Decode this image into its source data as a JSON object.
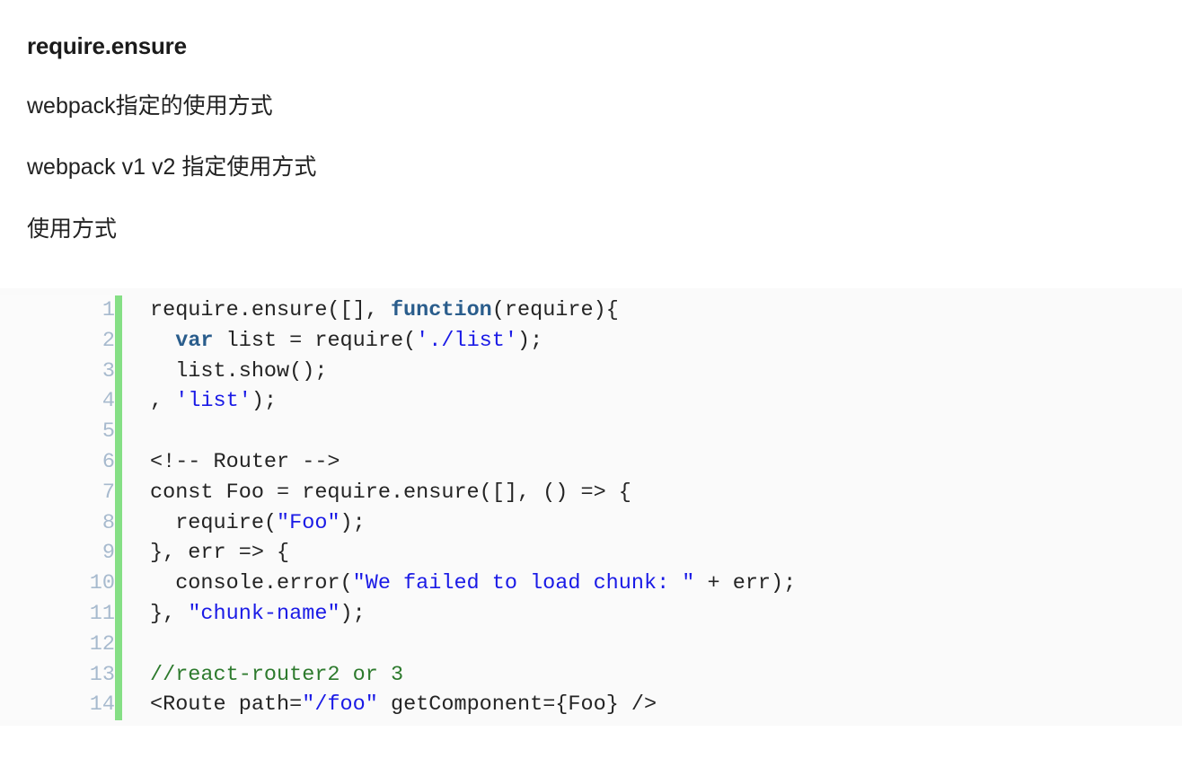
{
  "document": {
    "title": "require.ensure",
    "paragraphs": [
      "webpack指定的使用方式",
      "webpack v1 v2 指定使用方式",
      "使用方式"
    ]
  },
  "code_block": {
    "language": "javascript",
    "gutter_accent_color": "#85df85",
    "background_color": "#fafafa",
    "line_number_color": "#a7bace",
    "keyword_color": "#2a5d8c",
    "string_color": "#1a1ae6",
    "comment_color": "#2d7a2d",
    "line_numbers": [
      "1",
      "2",
      "3",
      "4",
      "5",
      "6",
      "7",
      "8",
      "9",
      "10",
      "11",
      "12",
      "13",
      "14"
    ],
    "lines": [
      {
        "n": "1",
        "tokens": [
          {
            "t": "plain",
            "v": "require.ensure([], "
          },
          {
            "t": "keyword",
            "v": "function"
          },
          {
            "t": "plain",
            "v": "(require){"
          }
        ]
      },
      {
        "n": "2",
        "tokens": [
          {
            "t": "plain",
            "v": "  "
          },
          {
            "t": "keyword",
            "v": "var"
          },
          {
            "t": "plain",
            "v": " list = require("
          },
          {
            "t": "string",
            "v": "'./list'"
          },
          {
            "t": "plain",
            "v": ");"
          }
        ]
      },
      {
        "n": "3",
        "tokens": [
          {
            "t": "plain",
            "v": "  list.show();"
          }
        ]
      },
      {
        "n": "4",
        "tokens": [
          {
            "t": "plain",
            "v": ", "
          },
          {
            "t": "string",
            "v": "'list'"
          },
          {
            "t": "plain",
            "v": ");"
          }
        ]
      },
      {
        "n": "5",
        "tokens": [
          {
            "t": "plain",
            "v": ""
          }
        ]
      },
      {
        "n": "6",
        "tokens": [
          {
            "t": "plain",
            "v": "<!-- Router -->"
          }
        ]
      },
      {
        "n": "7",
        "tokens": [
          {
            "t": "plain",
            "v": "const Foo = require.ensure([], () => {"
          }
        ]
      },
      {
        "n": "8",
        "tokens": [
          {
            "t": "plain",
            "v": "  require("
          },
          {
            "t": "string",
            "v": "\"Foo\""
          },
          {
            "t": "plain",
            "v": ");"
          }
        ]
      },
      {
        "n": "9",
        "tokens": [
          {
            "t": "plain",
            "v": "}, err => {"
          }
        ]
      },
      {
        "n": "10",
        "tokens": [
          {
            "t": "plain",
            "v": "  console.error("
          },
          {
            "t": "string",
            "v": "\"We failed to load chunk: \""
          },
          {
            "t": "plain",
            "v": " + err);"
          }
        ]
      },
      {
        "n": "11",
        "tokens": [
          {
            "t": "plain",
            "v": "}, "
          },
          {
            "t": "string",
            "v": "\"chunk-name\""
          },
          {
            "t": "plain",
            "v": ");"
          }
        ]
      },
      {
        "n": "12",
        "tokens": [
          {
            "t": "plain",
            "v": ""
          }
        ]
      },
      {
        "n": "13",
        "tokens": [
          {
            "t": "comment",
            "v": "//react-router2 or 3"
          }
        ]
      },
      {
        "n": "14",
        "tokens": [
          {
            "t": "plain",
            "v": "<Route path="
          },
          {
            "t": "string",
            "v": "\"/foo\""
          },
          {
            "t": "plain",
            "v": " getComponent={Foo} />"
          }
        ]
      }
    ]
  }
}
